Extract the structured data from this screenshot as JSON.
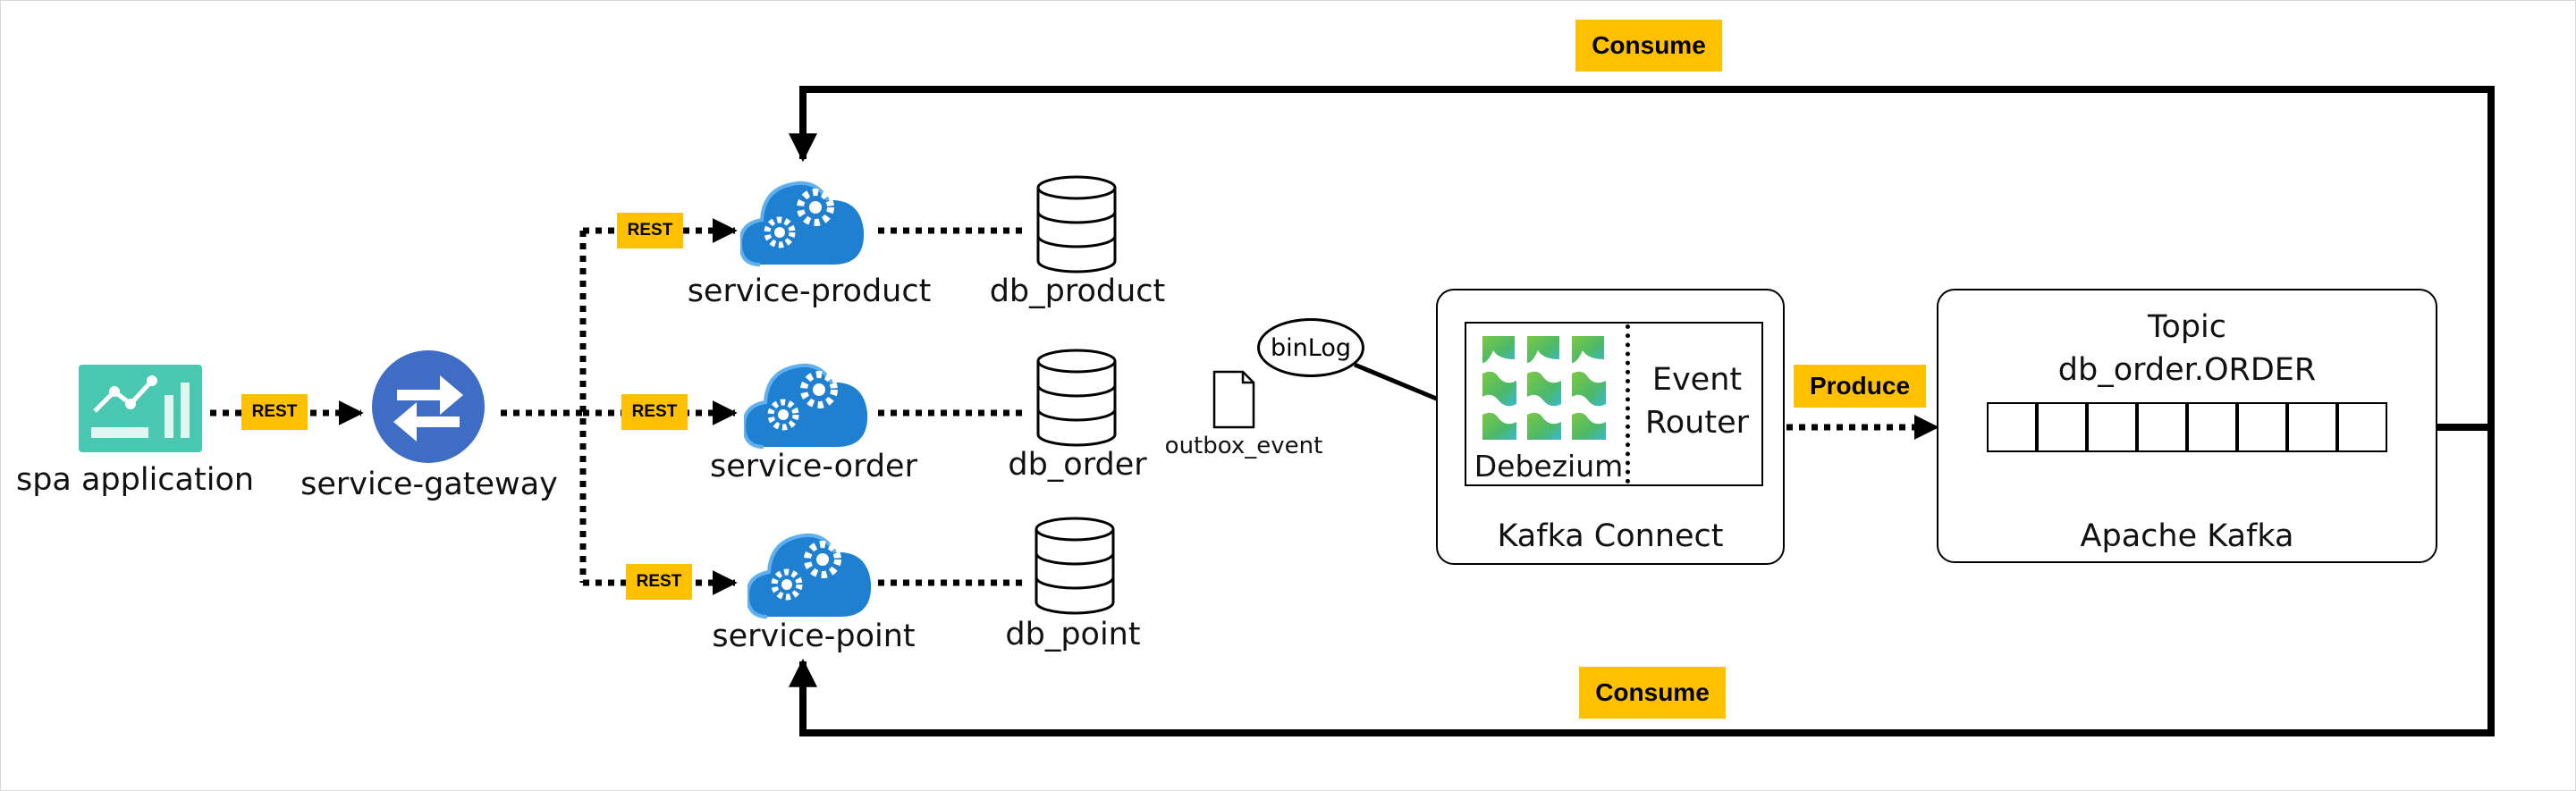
{
  "nodes": {
    "spa": "spa application",
    "gateway": "service-gateway",
    "product": "service-product",
    "order": "service-order",
    "point": "service-point",
    "db_product": "db_product",
    "db_order": "db_order",
    "db_point": "db_point",
    "outbox": "outbox_event",
    "binlog": "binLog",
    "debezium": "Debezium",
    "router_line1": "Event",
    "router_line2": "Router",
    "kafka_connect": "Kafka Connect",
    "topic_line1": "Topic",
    "topic_line2": "db_order.ORDER",
    "apache_kafka": "Apache Kafka"
  },
  "edge_labels": {
    "rest_spa": "REST",
    "rest_product": "REST",
    "rest_order": "REST",
    "rest_point": "REST",
    "produce": "Produce",
    "consume_top": "Consume",
    "consume_bottom": "Consume"
  },
  "colors": {
    "tag": "#ffc000",
    "cloud": "#1f7fd1",
    "gateway": "#3f6cc4",
    "analytics": "#3dbfa8",
    "debezium_green": "#7ac943",
    "debezium_teal": "#3ab8d0"
  },
  "icons": {
    "spa": "analytics-dashboard-icon",
    "gateway": "swap-arrows-icon",
    "service": "cloud-gears-icon",
    "database": "database-cylinder-icon",
    "outbox": "document-icon",
    "debezium": "debezium-logo-icon"
  }
}
